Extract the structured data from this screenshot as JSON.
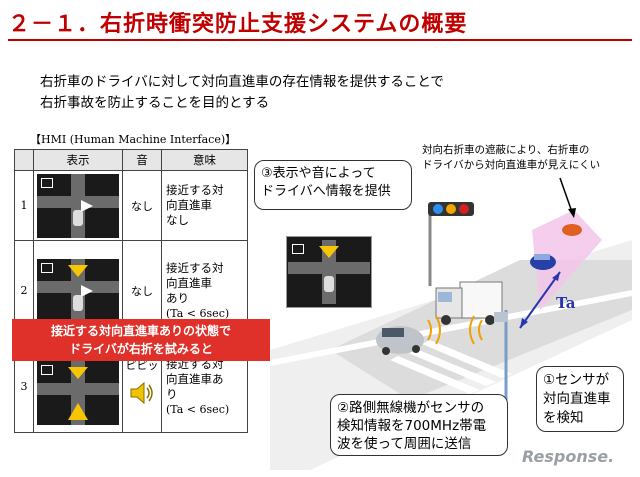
{
  "header": {
    "title": "２－１．右折時衝突防止支援システムの概要"
  },
  "intro": {
    "line1": "右折車のドライバに対して対向直進車の存在情報を提供することで",
    "line2": "右折事故を防止することを目的とする"
  },
  "hmi": {
    "caption": "【HMI (Human Machine Interface)】",
    "headers": {
      "display": "表示",
      "sound": "音",
      "meaning": "意味"
    },
    "rows": [
      {
        "num": "1",
        "sound": "なし",
        "meaning": [
          "接近する対",
          "向直進車",
          "なし"
        ]
      },
      {
        "num": "2",
        "sound": "なし",
        "meaning": [
          "接近する対",
          "向直進車",
          "あり",
          "(Ta < 6sec)"
        ]
      },
      {
        "num": "3",
        "sound": "ピピッ",
        "meaning": [
          "接近する対",
          "向直進車あ",
          "り",
          "(Ta < 6sec)"
        ]
      }
    ]
  },
  "callouts": {
    "red_line1": "接近する対向直進車ありの状態で",
    "red_line2": "ドライバが右折を試みると",
    "display_line1": "③表示や音によって",
    "display_line2": "ドライバへ情報を提供",
    "top_note_line1": "対向右折車の遮蔽により、右折車の",
    "top_note_line2": "ドライバから対向直進車が見えにくい",
    "sensor_line1": "①センサが",
    "sensor_line2": "対向直進車",
    "sensor_line3": "を検知",
    "radio_line1": "②路側無線機がセンサの",
    "radio_line2": "検知情報を700MHz帯電",
    "radio_line3": "波を使って周囲に送信"
  },
  "scene": {
    "ta_label": "Ta"
  },
  "watermark": "Response."
}
